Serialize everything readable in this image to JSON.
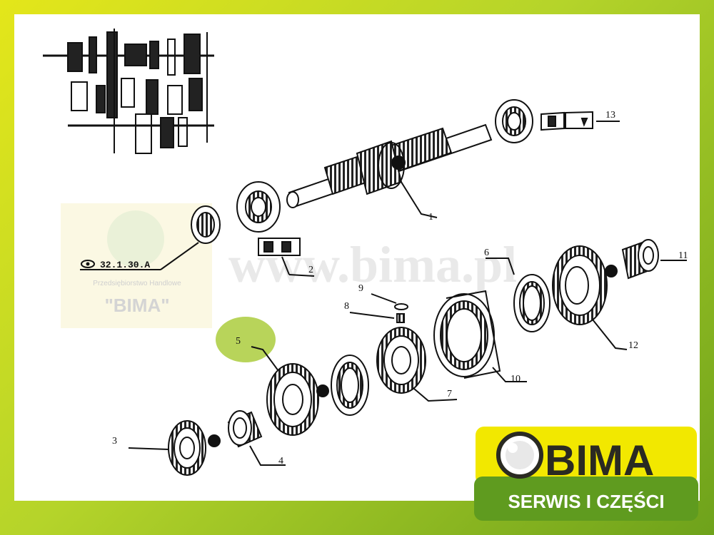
{
  "watermark": {
    "url": "www.bima.pl",
    "company_line": "Przedsiębiorstwo Handlowe",
    "company_name": "\"BIMA\""
  },
  "annotation": {
    "reference": "32.1.30.A",
    "icon": "eye-icon"
  },
  "parts": {
    "labels": [
      "1",
      "2",
      "3",
      "4",
      "5",
      "6",
      "7",
      "8",
      "9",
      "10",
      "11",
      "12",
      "13"
    ],
    "highlighted": "5",
    "highlight_color": "#b8d45a"
  },
  "logo": {
    "brand": "BIMA",
    "tagline": "SERWIS I CZĘŚCI",
    "colors": {
      "yellow": "#f2e800",
      "green": "#5f9b1f",
      "dark": "#2a2a22"
    }
  }
}
